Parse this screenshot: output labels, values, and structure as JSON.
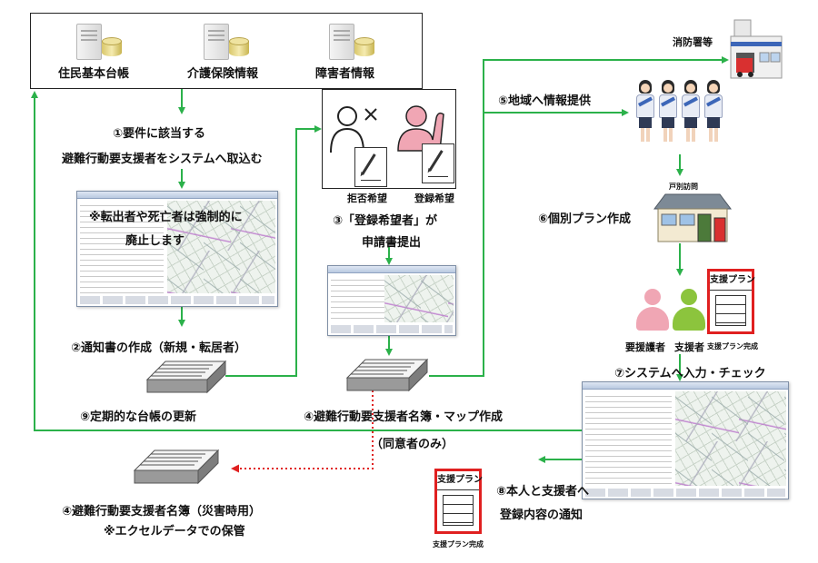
{
  "databases": [
    {
      "label": "住民基本台帳",
      "icon": "server-database-icon"
    },
    {
      "label": "介護保険情報",
      "icon": "server-database-icon"
    },
    {
      "label": "障害者情報",
      "icon": "server-database-icon"
    }
  ],
  "steps": {
    "s1_line1": "①要件に該当する",
    "s1_line2": "避難行動要支援者をシステムへ取込む",
    "note1_line1": "※転出者や死亡者は強制的に",
    "note1_line2": "廃止します",
    "s2": "②通知書の作成（新規・転居者）",
    "s3_line1": "③「登録希望者」が",
    "s3_line2": "申請書提出",
    "refuse": "拒否希望",
    "register": "登録希望",
    "s4": "④避難行動要支援者名簿・マップ作成",
    "s4_note": "（同意者のみ）",
    "s4b_line1": "④避難行動要支援者名簿（災害時用）",
    "s4b_line2": "※エクセルデータでの保管",
    "s5": "⑤地域へ情報提供",
    "fire": "消防署等",
    "visit": "戸別訪問",
    "s6": "⑥個別プラン作成",
    "person_needs": "要援護者",
    "person_support": "支援者",
    "plan_done": "支援プラン完成",
    "s7": "⑦システムへ入力・チェック",
    "s8_line1": "⑧本人と支援者へ",
    "s8_line2": "登録内容の通知",
    "s9": "⑨定期的な台帳の更新",
    "plan_title": "支援プラン"
  },
  "colors": {
    "arrow_green": "#2bb14a",
    "dotted_red": "#e02020",
    "plan_border": "#e02020",
    "person_pink": "#f0a6b4",
    "person_green": "#8cc43d"
  }
}
